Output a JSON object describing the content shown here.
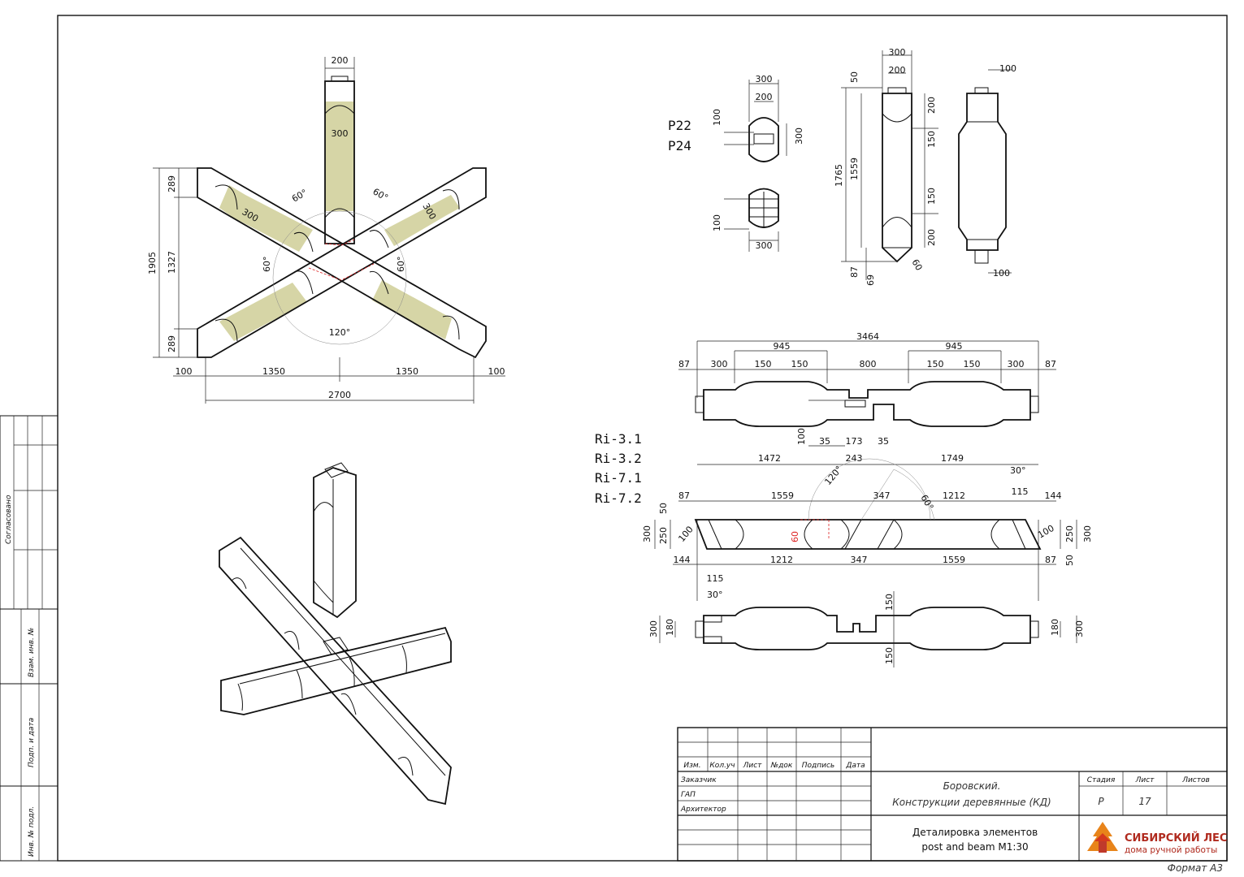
{
  "sheet": {
    "format_label": "Формат А3",
    "side_stamp": {
      "agreed": "Согласовано",
      "inv_swap": "Взам. инв. №",
      "sign_date": "Подп. и дата",
      "inv_orig": "Инв. № подл."
    }
  },
  "labels": {
    "p_group": [
      "P22",
      "P24"
    ],
    "ri_group": [
      "Ri-3.1",
      "Ri-3.2",
      "Ri-7.1",
      "Ri-7.2"
    ]
  },
  "top_left_view": {
    "dims": {
      "post_width": "200",
      "post_diam": "300",
      "beam_diam_left": "300",
      "beam_diam_right": "300",
      "ang_tl": "60°",
      "ang_tr": "60°",
      "ang_l": "60°",
      "ang_r": "60°",
      "ang_bottom": "120°",
      "h_total": "1905",
      "h_mid": "1327",
      "h_top": "289",
      "h_bot": "289",
      "w_left_edge": "100",
      "w_left": "1350",
      "w_right": "1350",
      "w_right_edge": "100",
      "w_total": "2700"
    }
  },
  "p_view": {
    "dims": {
      "w300a": "300",
      "w200a": "200",
      "h100a": "100",
      "h300a": "300",
      "h100b": "100",
      "w300b": "300"
    }
  },
  "post_view": {
    "dims": {
      "w300": "300",
      "w200": "200",
      "d50": "50",
      "d200a": "200",
      "d150a": "150",
      "h1765": "1765",
      "h1559": "1559",
      "d150b": "150",
      "d200b": "200",
      "d87": "87",
      "d69": "69",
      "ang60": "60",
      "s100a": "100",
      "s100b": "100"
    }
  },
  "beam_top": {
    "dims": {
      "total": "3464",
      "l945": "945",
      "r945": "945",
      "a87": "87",
      "a300": "300",
      "a150": "150",
      "b150": "150",
      "c800": "800",
      "d150": "150",
      "e150": "150",
      "f300": "300",
      "g87": "87",
      "v100": "100",
      "s35a": "35",
      "s173": "173",
      "s35b": "35",
      "l1472": "1472",
      "m243": "243",
      "r1749": "1749"
    }
  },
  "beam_mid": {
    "dims": {
      "t87": "87",
      "t1559": "1559",
      "t347": "347",
      "t1212": "1212",
      "t115": "115",
      "t144": "144",
      "ang120": "120°",
      "ang60": "60°",
      "ang30a": "30°",
      "lh300": "300",
      "lh250": "250",
      "lh50": "50",
      "lh100": "100",
      "red60": "60",
      "rh100": "100",
      "rh250": "250",
      "rh300": "300",
      "rh50": "50",
      "b144": "144",
      "b1212": "1212",
      "b347": "347",
      "b1559": "1559",
      "b87": "87",
      "b115": "115",
      "ang30b": "30°"
    }
  },
  "beam_bot": {
    "dims": {
      "lh300": "300",
      "lh180": "180",
      "top150": "150",
      "bot150": "150",
      "rh180": "180",
      "rh300": "300"
    }
  },
  "title_block": {
    "header": [
      "Изм.",
      "Кол.уч",
      "Лист",
      "№док",
      "Подпись",
      "Дата"
    ],
    "roles": [
      "Заказчик",
      "ГАП",
      "Архитектор"
    ],
    "project_line1": "Боровский.",
    "project_line2": "Конструкции деревянные (КД)",
    "stage_label": "Стадия",
    "sheet_label": "Лист",
    "sheets_label": "Листов",
    "stage": "Р",
    "sheet_no": "17",
    "drawing_line1": "Деталировка элементов",
    "drawing_line2": "post and beam M1:30",
    "company_name": "СИБИРСКИЙ ЛЕС",
    "company_tagline": "дома ручной работы"
  }
}
